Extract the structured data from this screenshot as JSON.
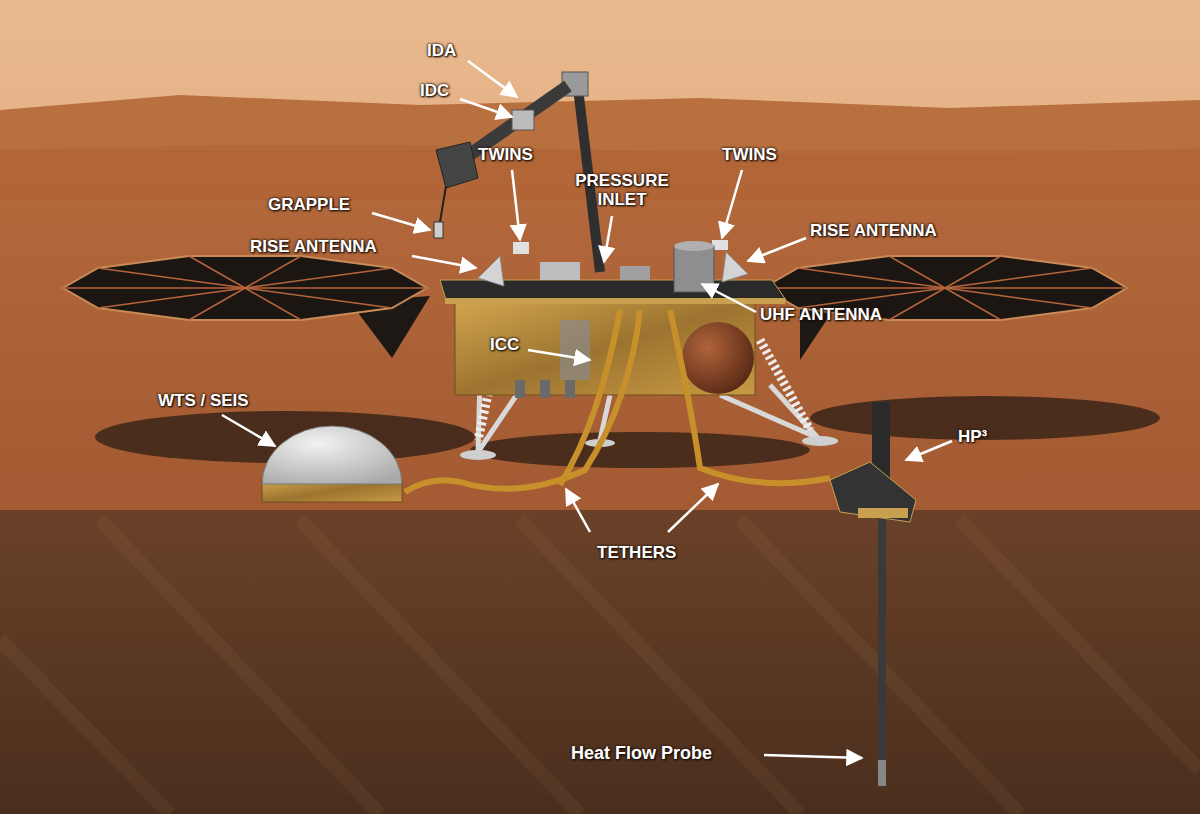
{
  "diagram": {
    "labels": [
      "IDA",
      "IDC",
      "TWINS",
      "GRAPPLE",
      "PRESSURE INLET",
      "TWINS",
      "RISE ANTENNA",
      "RISE ANTENNA",
      "UHF ANTENNA",
      "ICC",
      "WTS / SEIS",
      "HP³",
      "TETHERS",
      "Heat Flow Probe"
    ]
  }
}
